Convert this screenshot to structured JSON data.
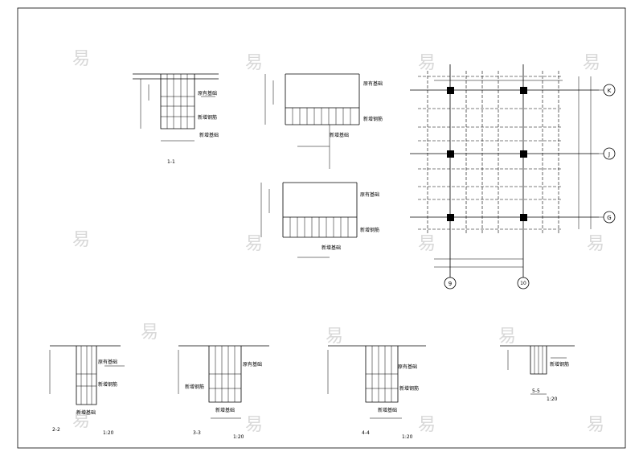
{
  "sheet": {
    "border_color": "#000000",
    "watermark_color": "#d8d8d8"
  },
  "watermark": {
    "glyph": "易"
  },
  "grid_axes": {
    "k": "K",
    "j": "J",
    "g": "G",
    "nine": "9",
    "ten": "10"
  },
  "labels": {
    "new_foundation": "新增基础",
    "new_rebar": "新增钢筋",
    "original_foundation": "原有基础",
    "scale": "1:20"
  },
  "section_titles": {
    "a": "1-1",
    "b": "2-2",
    "c": "3-3",
    "d": "4-4",
    "e": "5-5"
  }
}
